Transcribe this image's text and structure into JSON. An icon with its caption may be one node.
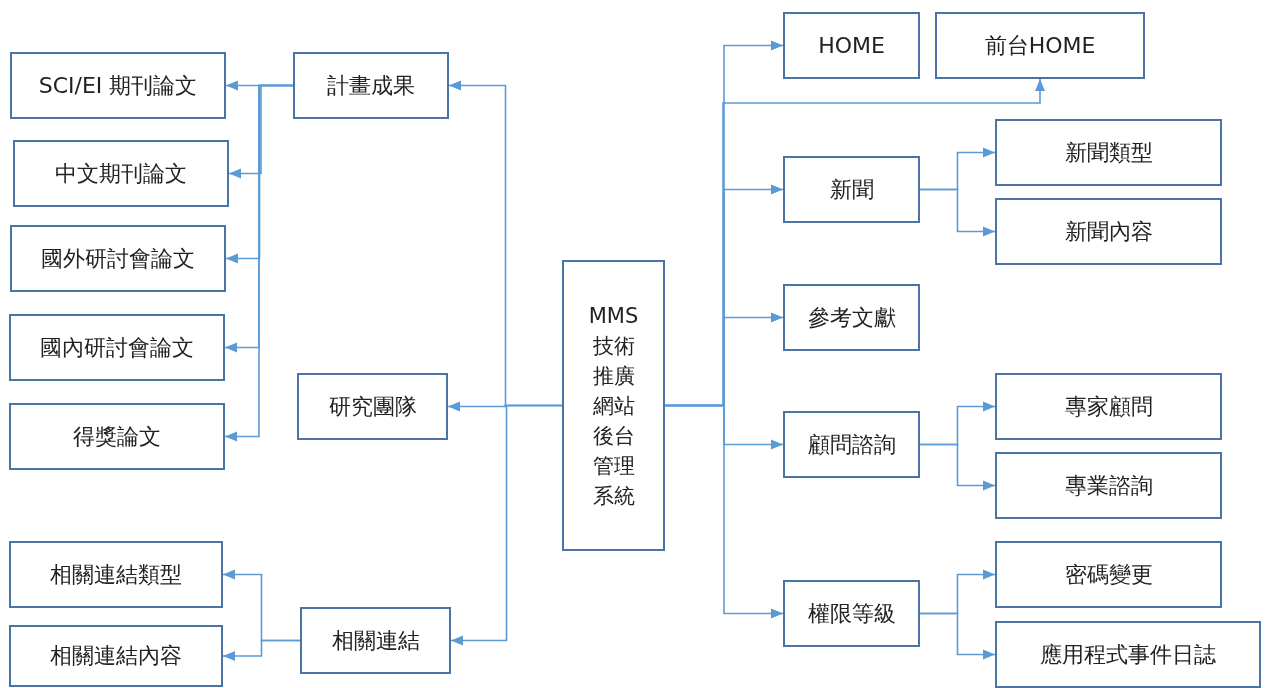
{
  "diagram": {
    "nodes": [
      {
        "text": [
          "MMS技術推廣網站後台管理系統"
        ]
      },
      {
        "text": [
          "計畫成果"
        ]
      },
      {
        "text": [
          "SCI/EI 期刊論文"
        ]
      },
      {
        "text": [
          "中文期刊論文"
        ]
      },
      {
        "text": [
          "國外研討會論文"
        ]
      },
      {
        "text": [
          "國內研討會論文"
        ]
      },
      {
        "text": [
          "得獎論文"
        ]
      },
      {
        "text": [
          "研究團隊"
        ]
      },
      {
        "text": [
          "相關連結"
        ]
      },
      {
        "text": [
          "相關連結類型"
        ]
      },
      {
        "text": [
          "相關連結內容"
        ]
      },
      {
        "text": [
          "HOME"
        ]
      },
      {
        "text": [
          "前台HOME"
        ]
      },
      {
        "text": [
          "新聞"
        ]
      },
      {
        "text": [
          "新聞類型"
        ]
      },
      {
        "text": [
          "新聞內容"
        ]
      },
      {
        "text": [
          "參考文獻"
        ]
      },
      {
        "text": [
          "顧問諮詢"
        ]
      },
      {
        "text": [
          "專家顧問"
        ]
      },
      {
        "text": [
          "專業諮詢"
        ]
      },
      {
        "text": [
          "權限等級"
        ]
      },
      {
        "text": [
          "密碼變更"
        ]
      },
      {
        "text": [
          "應用程式事件日誌"
        ]
      }
    ],
    "edges": [
      {
        "from": 0,
        "to": 1,
        "arrow": "to"
      },
      {
        "from": 0,
        "to": 7,
        "arrow": "to"
      },
      {
        "from": 0,
        "to": 8,
        "arrow": "to"
      },
      {
        "from": 1,
        "to": 2,
        "arrow": "to"
      },
      {
        "from": 1,
        "to": 3,
        "arrow": "to"
      },
      {
        "from": 1,
        "to": 4,
        "arrow": "to"
      },
      {
        "from": 1,
        "to": 5,
        "arrow": "to"
      },
      {
        "from": 1,
        "to": 6,
        "arrow": "to"
      },
      {
        "from": 8,
        "to": 9,
        "arrow": "to"
      },
      {
        "from": 8,
        "to": 10,
        "arrow": "to"
      },
      {
        "from": 0,
        "to": 11,
        "arrow": "to"
      },
      {
        "from": 0,
        "to": 12,
        "arrow": "to"
      },
      {
        "from": 0,
        "to": 13,
        "arrow": "to"
      },
      {
        "from": 0,
        "to": 16,
        "arrow": "to"
      },
      {
        "from": 0,
        "to": 17,
        "arrow": "to"
      },
      {
        "from": 0,
        "to": 20,
        "arrow": "to"
      },
      {
        "from": 13,
        "to": 14,
        "arrow": "to"
      },
      {
        "from": 13,
        "to": 15,
        "arrow": "to"
      },
      {
        "from": 17,
        "to": 18,
        "arrow": "to"
      },
      {
        "from": 17,
        "to": 19,
        "arrow": "to"
      },
      {
        "from": 20,
        "to": 21,
        "arrow": "to"
      },
      {
        "from": 20,
        "to": 22,
        "arrow": "to"
      }
    ]
  }
}
